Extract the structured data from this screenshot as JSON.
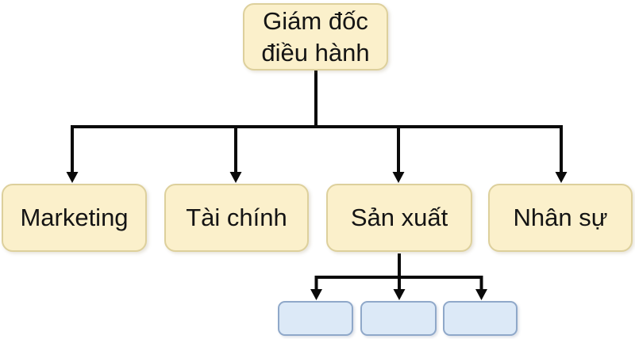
{
  "diagram": {
    "root": {
      "label": "Giám đốc điều hành"
    },
    "departments": [
      {
        "label": "Marketing"
      },
      {
        "label": "Tài chính"
      },
      {
        "label": "Sản xuất"
      },
      {
        "label": "Nhân sự"
      }
    ],
    "sub_units": [
      {
        "label": ""
      },
      {
        "label": ""
      },
      {
        "label": ""
      }
    ],
    "colors": {
      "node_fill": "#fbf0cb",
      "node_border": "#ddd09c",
      "sub_fill": "#dce9f7",
      "sub_border": "#8fa8c9",
      "connector": "#0a0a0a",
      "text": "#141414",
      "bg": "#ffffff"
    }
  }
}
